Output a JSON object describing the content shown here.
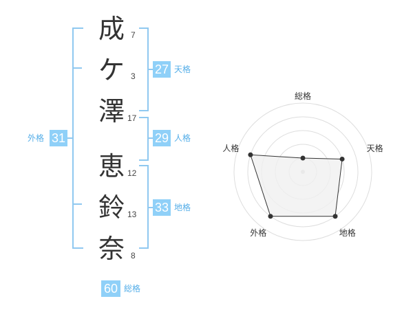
{
  "name_chars": [
    {
      "char": "成",
      "strokes": "7"
    },
    {
      "char": "ケ",
      "strokes": "3"
    },
    {
      "char": "澤",
      "strokes": "17"
    },
    {
      "char": "恵",
      "strokes": "12"
    },
    {
      "char": "鈴",
      "strokes": "13"
    },
    {
      "char": "奈",
      "strokes": "8"
    }
  ],
  "fortune": {
    "tenkaku": {
      "value": "27",
      "label": "天格"
    },
    "jinkaku": {
      "value": "29",
      "label": "人格"
    },
    "chikaku": {
      "value": "33",
      "label": "地格"
    },
    "gaikaku": {
      "value": "31",
      "label": "外格"
    },
    "soukaku": {
      "value": "60",
      "label": "総格"
    }
  },
  "radar": {
    "axes": [
      "総格",
      "天格",
      "地格",
      "外格",
      "人格"
    ],
    "levels": 5,
    "values": [
      1,
      3,
      4,
      4,
      4
    ],
    "colors": {
      "grid": "#dddddd",
      "fill": "#f0f0f0",
      "line": "#333333",
      "point": "#333333",
      "center": "#cccccc"
    }
  }
}
